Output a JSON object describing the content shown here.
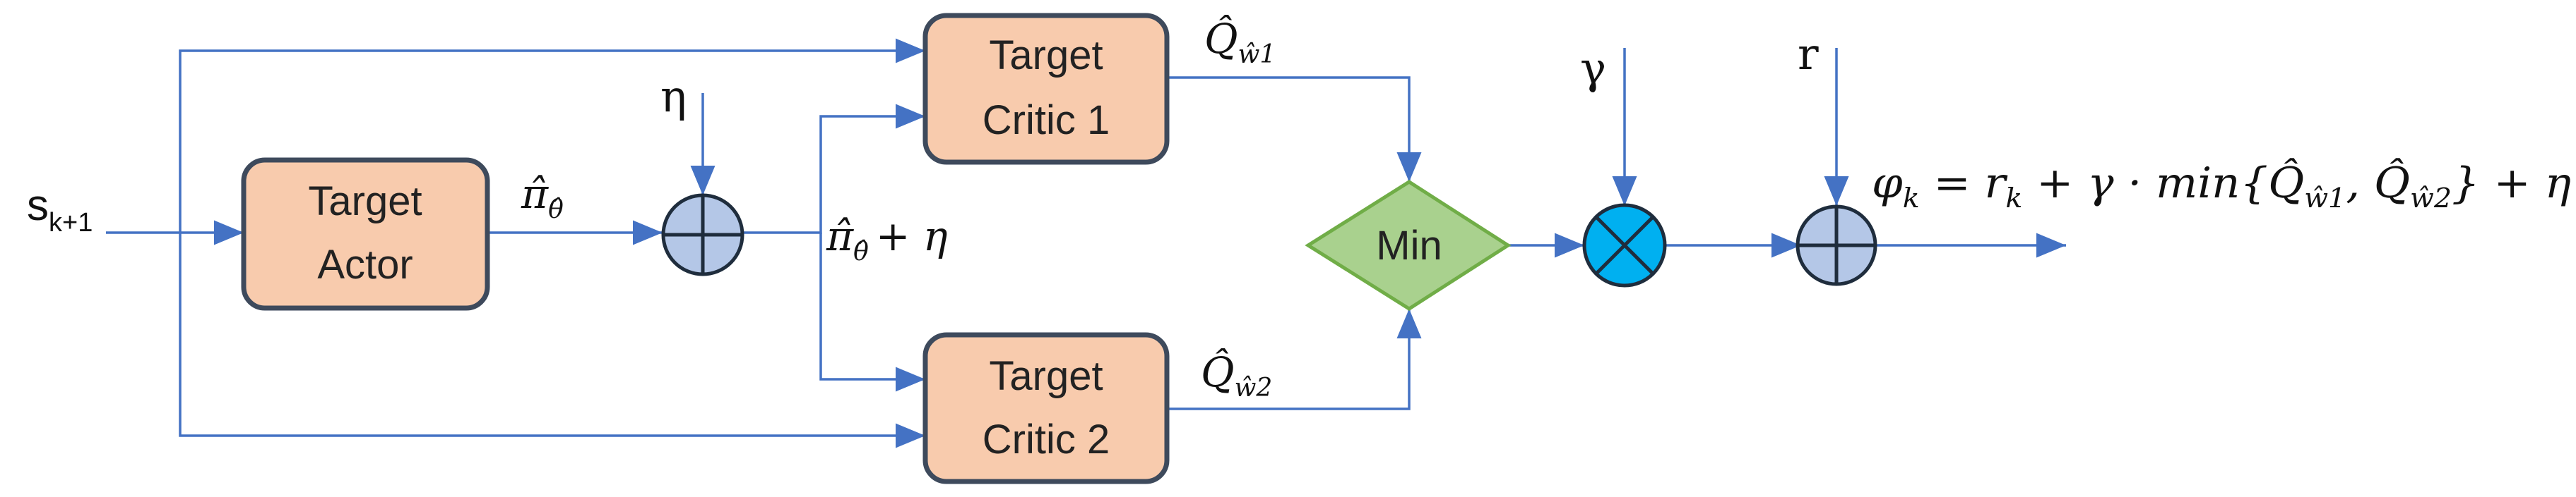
{
  "blocks": {
    "target_actor": {
      "line1": "Target",
      "line2": "Actor"
    },
    "target_critic_1": {
      "line1": "Target",
      "line2": "Critic 1"
    },
    "target_critic_2": {
      "line1": "Target",
      "line2": "Critic 2"
    },
    "min": {
      "label": "Min"
    }
  },
  "signals": {
    "state": {
      "base": "s",
      "sub": "k+1"
    },
    "eta": "η",
    "gamma": "γ",
    "reward": "r",
    "policy": {
      "base": "π̂",
      "sub": "θ̂"
    },
    "policy_plus_noise": {
      "base": "π̂",
      "sub": "θ̂",
      "rest": "+ η"
    },
    "q1": {
      "base": "Q̂",
      "sub": "ŵ1"
    },
    "q2": {
      "base": "Q̂",
      "sub": "ŵ2"
    }
  },
  "equation": {
    "lhs": "φ",
    "lhs_sub": "k",
    "eq": " = ",
    "r": "r",
    "r_sub": "k",
    "plus_gamma": " + γ · ",
    "min": "min{",
    "q1": "Q̂",
    "q1_sub": "ŵ1",
    "comma": ", ",
    "q2": "Q̂",
    "q2_sub": "ŵ2",
    "close": "} + η"
  },
  "colors": {
    "block_fill": "#f8cbad",
    "block_stroke": "#3e4a5c",
    "wire": "#4472c4",
    "sum_fill": "#b4c7e7",
    "mult_fill": "#00b0f0",
    "min_fill": "#a9d18e",
    "min_stroke": "#70ad47"
  },
  "icons": {
    "sum_junction": "circle-plus-icon",
    "product_junction": "circle-times-icon"
  }
}
